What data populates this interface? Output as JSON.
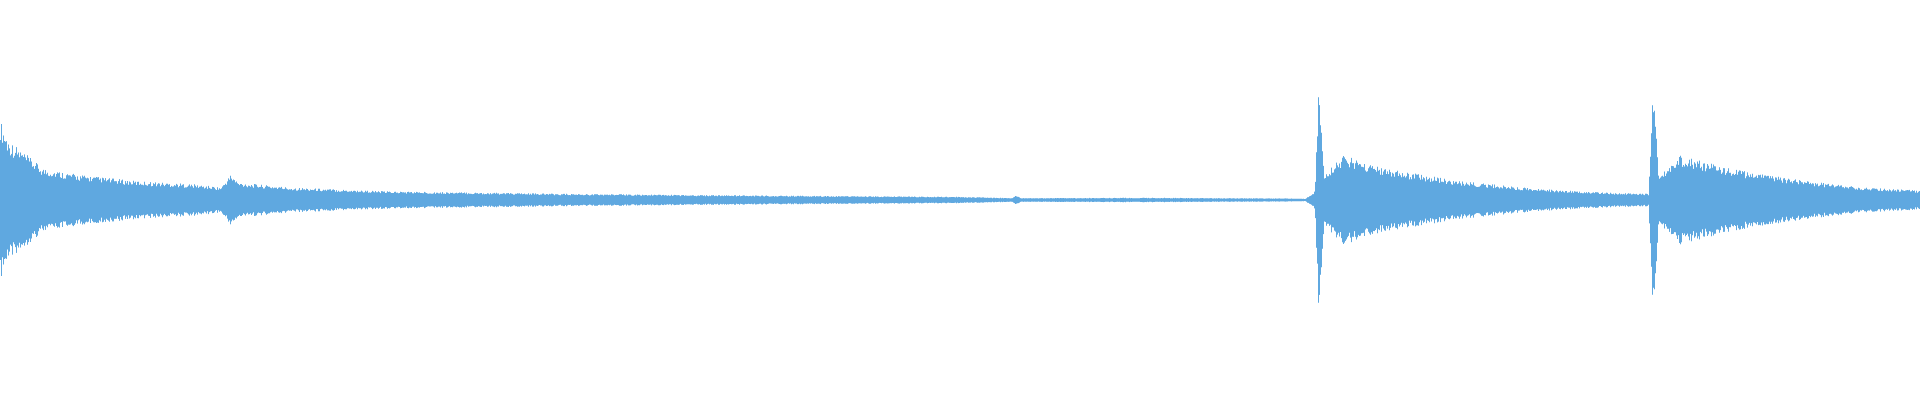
{
  "waveform": {
    "color": "#5fa8e0",
    "time_range": [
      0,
      1
    ],
    "envelope": [
      [
        0.0,
        0.5
      ],
      [
        0.004,
        0.38
      ],
      [
        0.012,
        0.3
      ],
      [
        0.022,
        0.2
      ],
      [
        0.04,
        0.16
      ],
      [
        0.07,
        0.12
      ],
      [
        0.1,
        0.1
      ],
      [
        0.115,
        0.08
      ],
      [
        0.12,
        0.16
      ],
      [
        0.124,
        0.11
      ],
      [
        0.15,
        0.08
      ],
      [
        0.2,
        0.055
      ],
      [
        0.3,
        0.038
      ],
      [
        0.4,
        0.028
      ],
      [
        0.5,
        0.02
      ],
      [
        0.527,
        0.012
      ],
      [
        0.529,
        0.03
      ],
      [
        0.532,
        0.012
      ],
      [
        0.6,
        0.014
      ],
      [
        0.67,
        0.01
      ],
      [
        0.68,
        0.008
      ],
      [
        0.685,
        0.055
      ],
      [
        0.687,
        0.75
      ],
      [
        0.69,
        0.16
      ],
      [
        0.7,
        0.28
      ],
      [
        0.72,
        0.2
      ],
      [
        0.76,
        0.12
      ],
      [
        0.8,
        0.07
      ],
      [
        0.84,
        0.045
      ],
      [
        0.859,
        0.04
      ],
      [
        0.861,
        0.8
      ],
      [
        0.864,
        0.16
      ],
      [
        0.875,
        0.28
      ],
      [
        0.9,
        0.2
      ],
      [
        0.94,
        0.12
      ],
      [
        0.97,
        0.08
      ],
      [
        1.0,
        0.06
      ]
    ]
  }
}
